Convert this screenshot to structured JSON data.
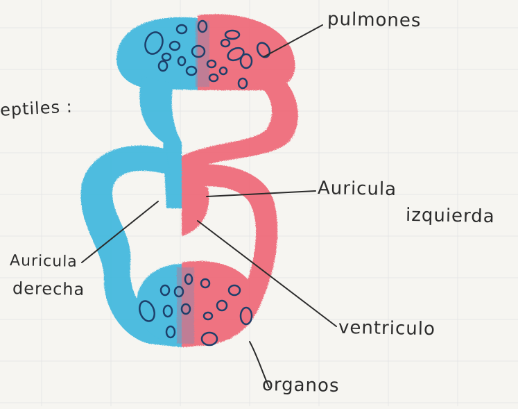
{
  "labels": {
    "reptiles": "eptiles :",
    "pulmones": "pulmones",
    "auricula_izquierda_line1": "Auricula",
    "auricula_izquierda_line2": "izquierda",
    "auricula_derecha_line1": "Auricula",
    "auricula_derecha_line2": "derecha",
    "ventriculo": "ventriculo",
    "organos": "organos"
  },
  "colors": {
    "oxygen_poor_blood": "#3fb8de",
    "oxygen_rich_blood": "#ef6878",
    "mixed_blood": "#9a7c9c",
    "pencil": "#2b2b2b",
    "cell_outline": "#1d3f6a"
  }
}
